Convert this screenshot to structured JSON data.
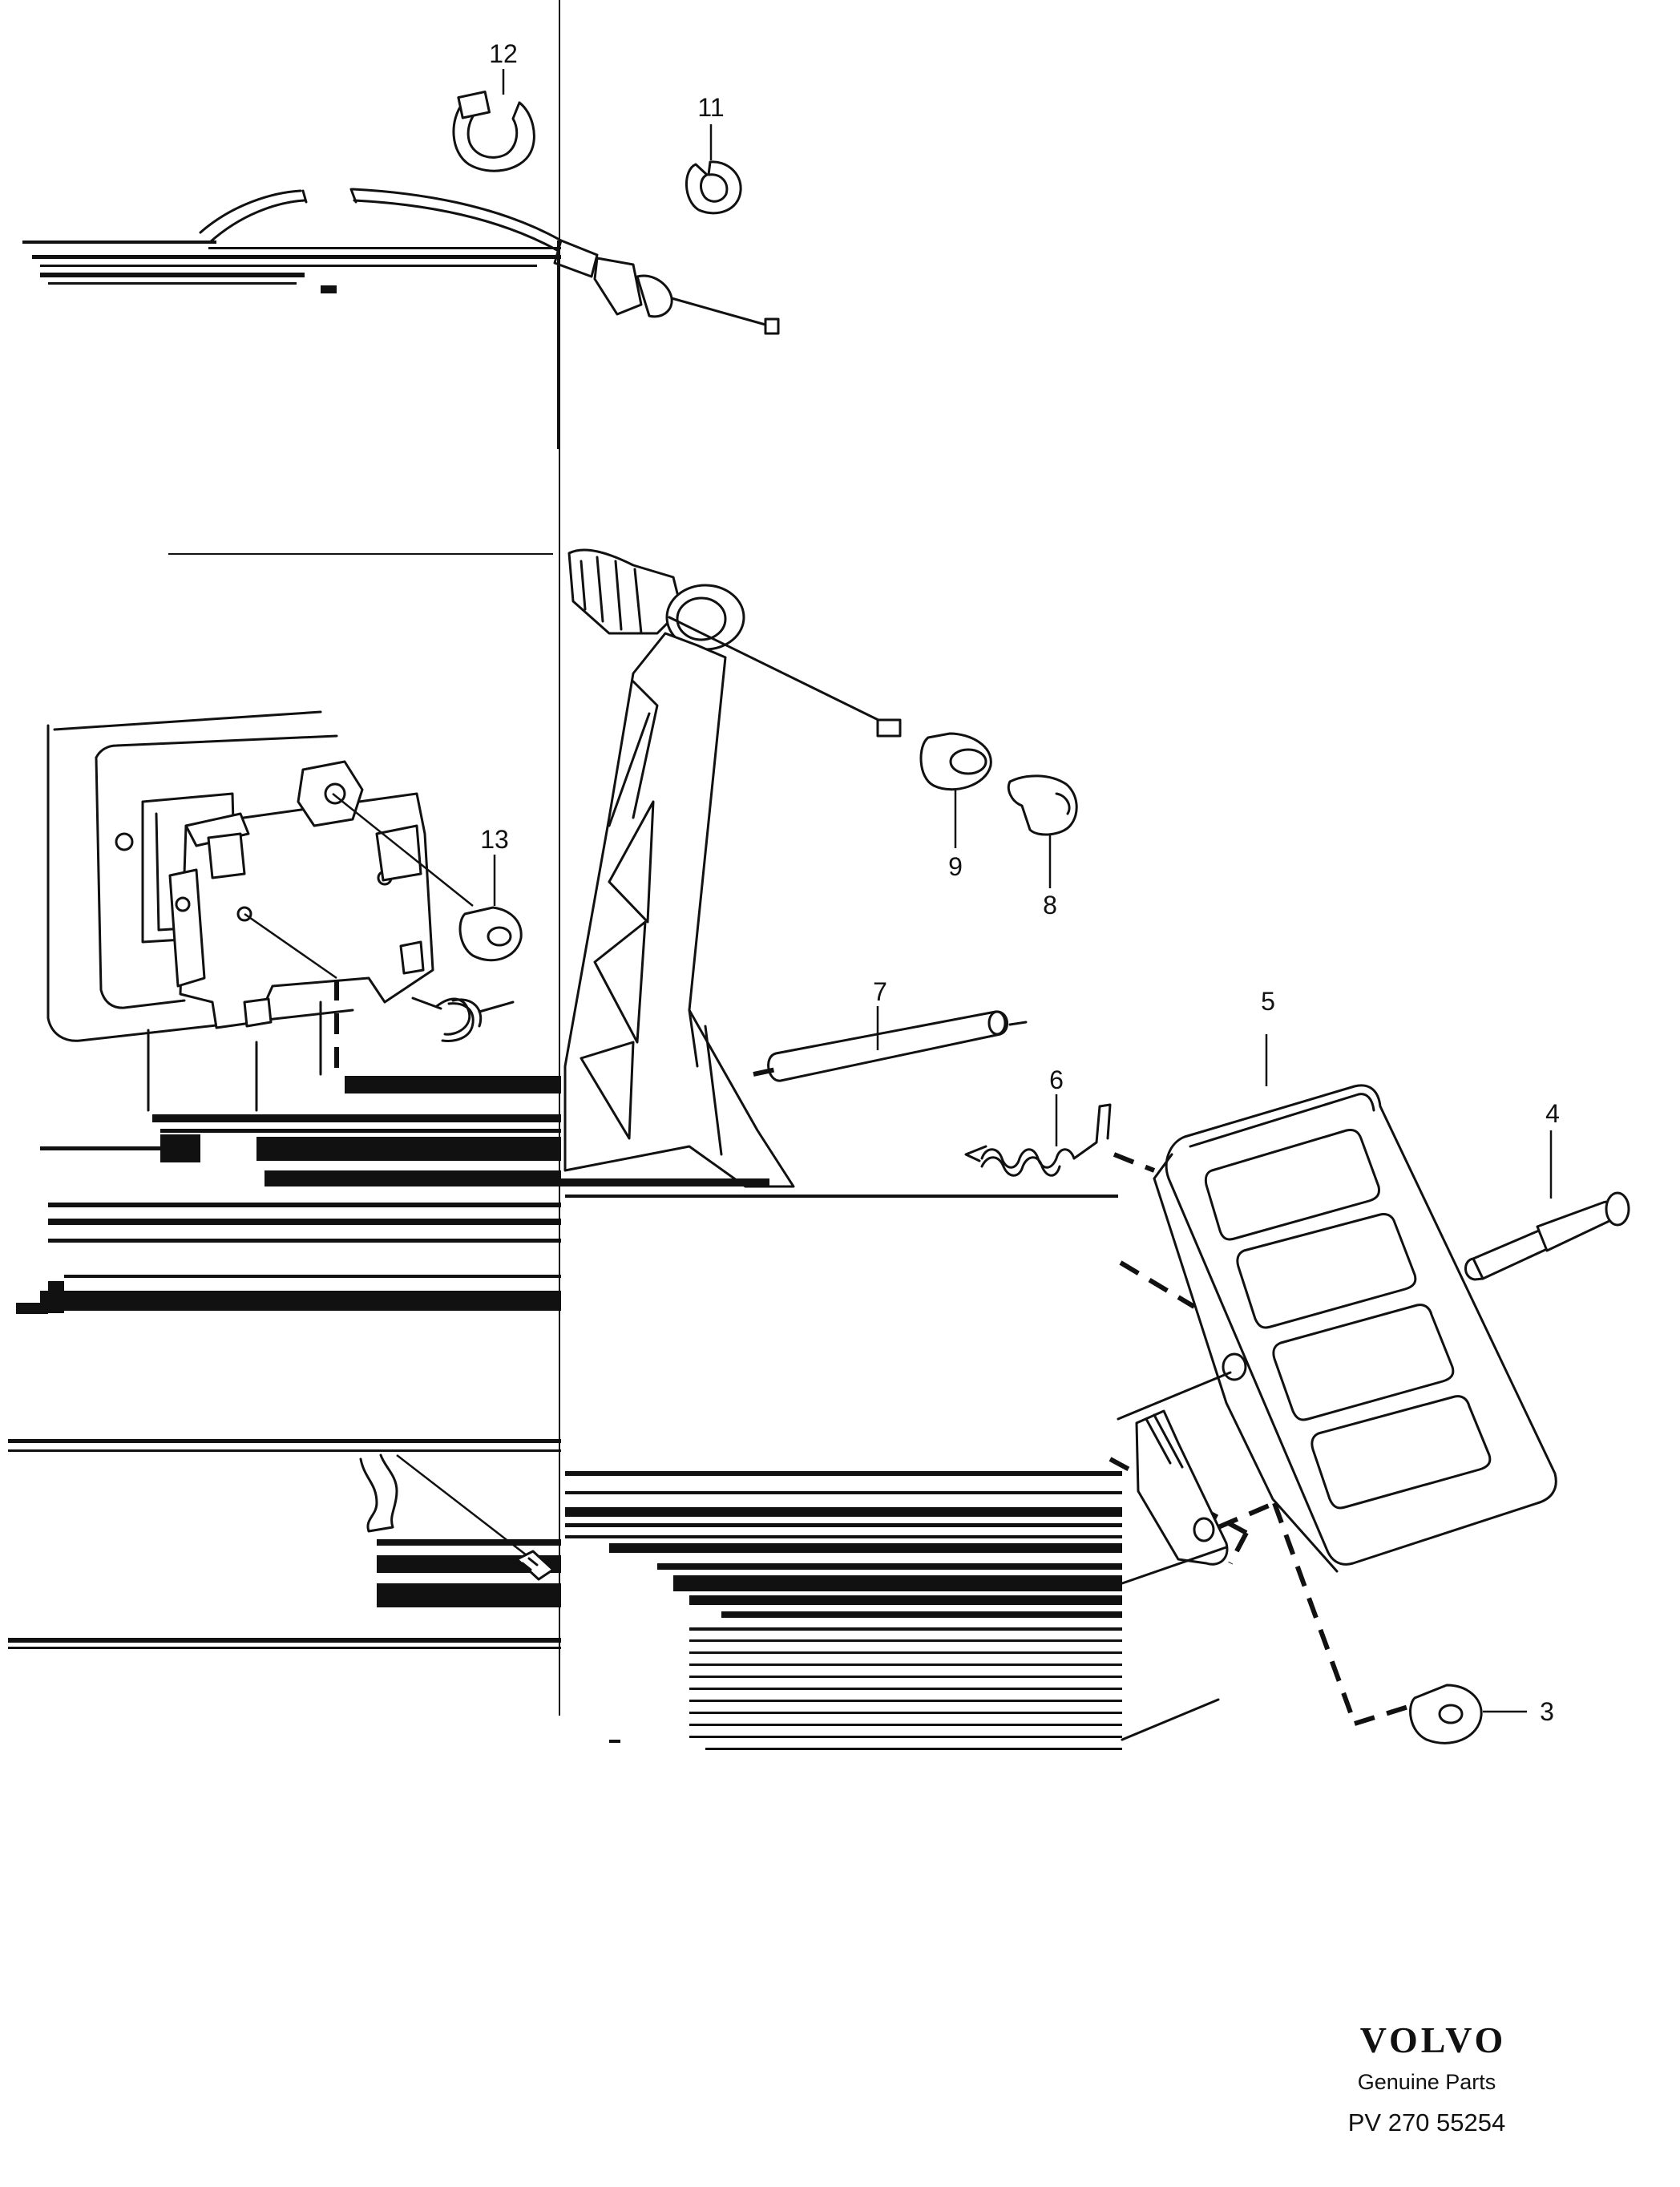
{
  "diagram": {
    "callouts": [
      {
        "id": "12",
        "label": "12"
      },
      {
        "id": "11",
        "label": "11"
      },
      {
        "id": "13",
        "label": "13"
      },
      {
        "id": "9",
        "label": "9"
      },
      {
        "id": "8",
        "label": "8"
      },
      {
        "id": "7",
        "label": "7"
      },
      {
        "id": "6",
        "label": "6"
      },
      {
        "id": "5",
        "label": "5"
      },
      {
        "id": "4",
        "label": "4"
      },
      {
        "id": "3",
        "label": "3"
      }
    ]
  },
  "branding": {
    "logo": "VOLVO",
    "subtitle": "Genuine Parts",
    "reference": "PV 270 55254"
  }
}
